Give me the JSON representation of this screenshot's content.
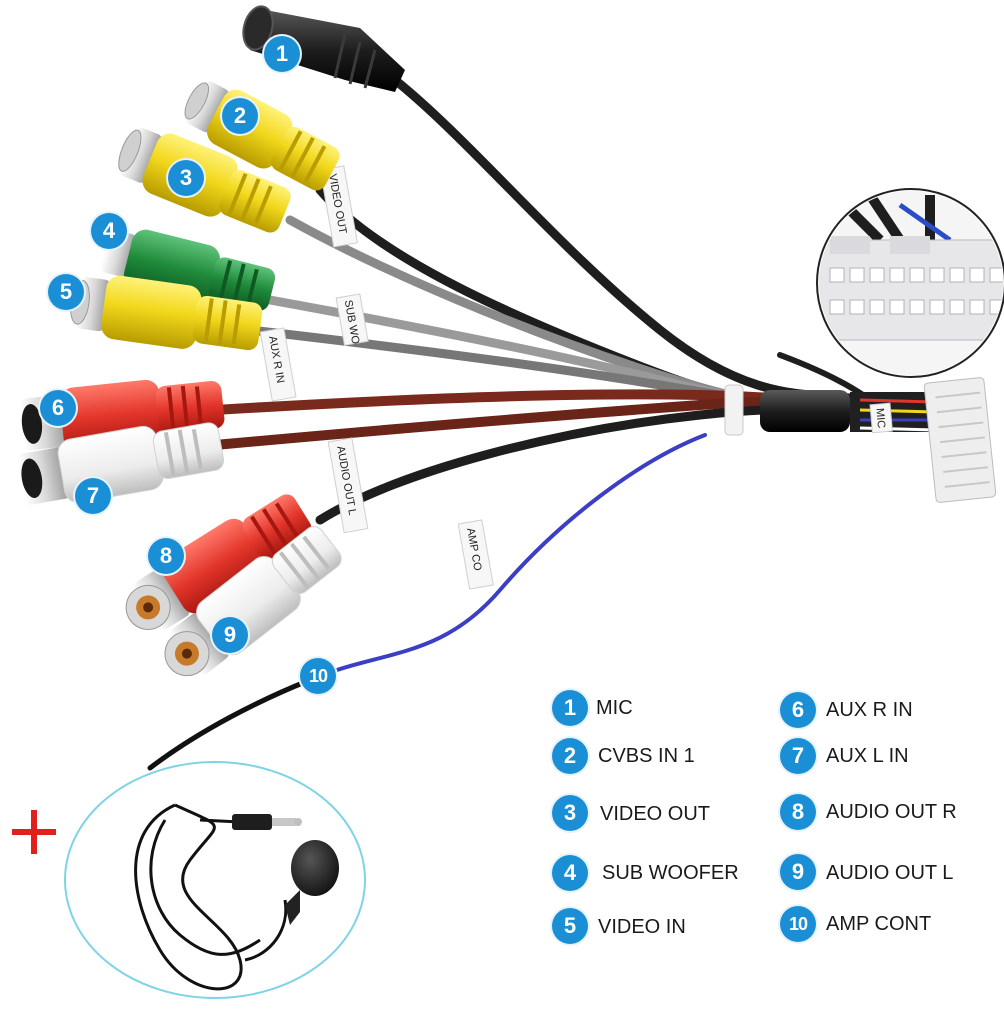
{
  "callouts": [
    {
      "num": "1",
      "label": "MIC"
    },
    {
      "num": "2",
      "label": "CVBS IN 1"
    },
    {
      "num": "3",
      "label": "VIDEO OUT"
    },
    {
      "num": "4",
      "label": "SUB WOOFER"
    },
    {
      "num": "5",
      "label": "VIDEO IN"
    },
    {
      "num": "6",
      "label": "AUX R IN"
    },
    {
      "num": "7",
      "label": "AUX L IN"
    },
    {
      "num": "8",
      "label": "AUDIO OUT R"
    },
    {
      "num": "9",
      "label": "AUDIO OUT L"
    },
    {
      "num": "10",
      "label": "AMP CONT"
    }
  ],
  "cable_tags": {
    "video_out": "VIDEO OUT",
    "sub_woofer": "SUB WO",
    "aux_r_in": "AUX R IN",
    "audio_out_l": "AUDIO OUT L",
    "amp_cont": "AMP CO",
    "mic": "MIC"
  },
  "colors": {
    "badge": "#1b8fd6",
    "yellow": "#f2d81c",
    "green": "#1f8a3a",
    "red": "#e3352b",
    "white_plug": "#f4f4f4",
    "black_cable": "#1e1e1e",
    "gray_cable": "#7d7d7d",
    "brown_cable": "#7a2a1d",
    "blue_wire": "#3b3fc4",
    "accessory_ring": "#7fd3e6",
    "plus": "#e0201b"
  },
  "icons": [
    "plus-icon",
    "microphone-accessory-icon",
    "connector-detail-icon"
  ]
}
